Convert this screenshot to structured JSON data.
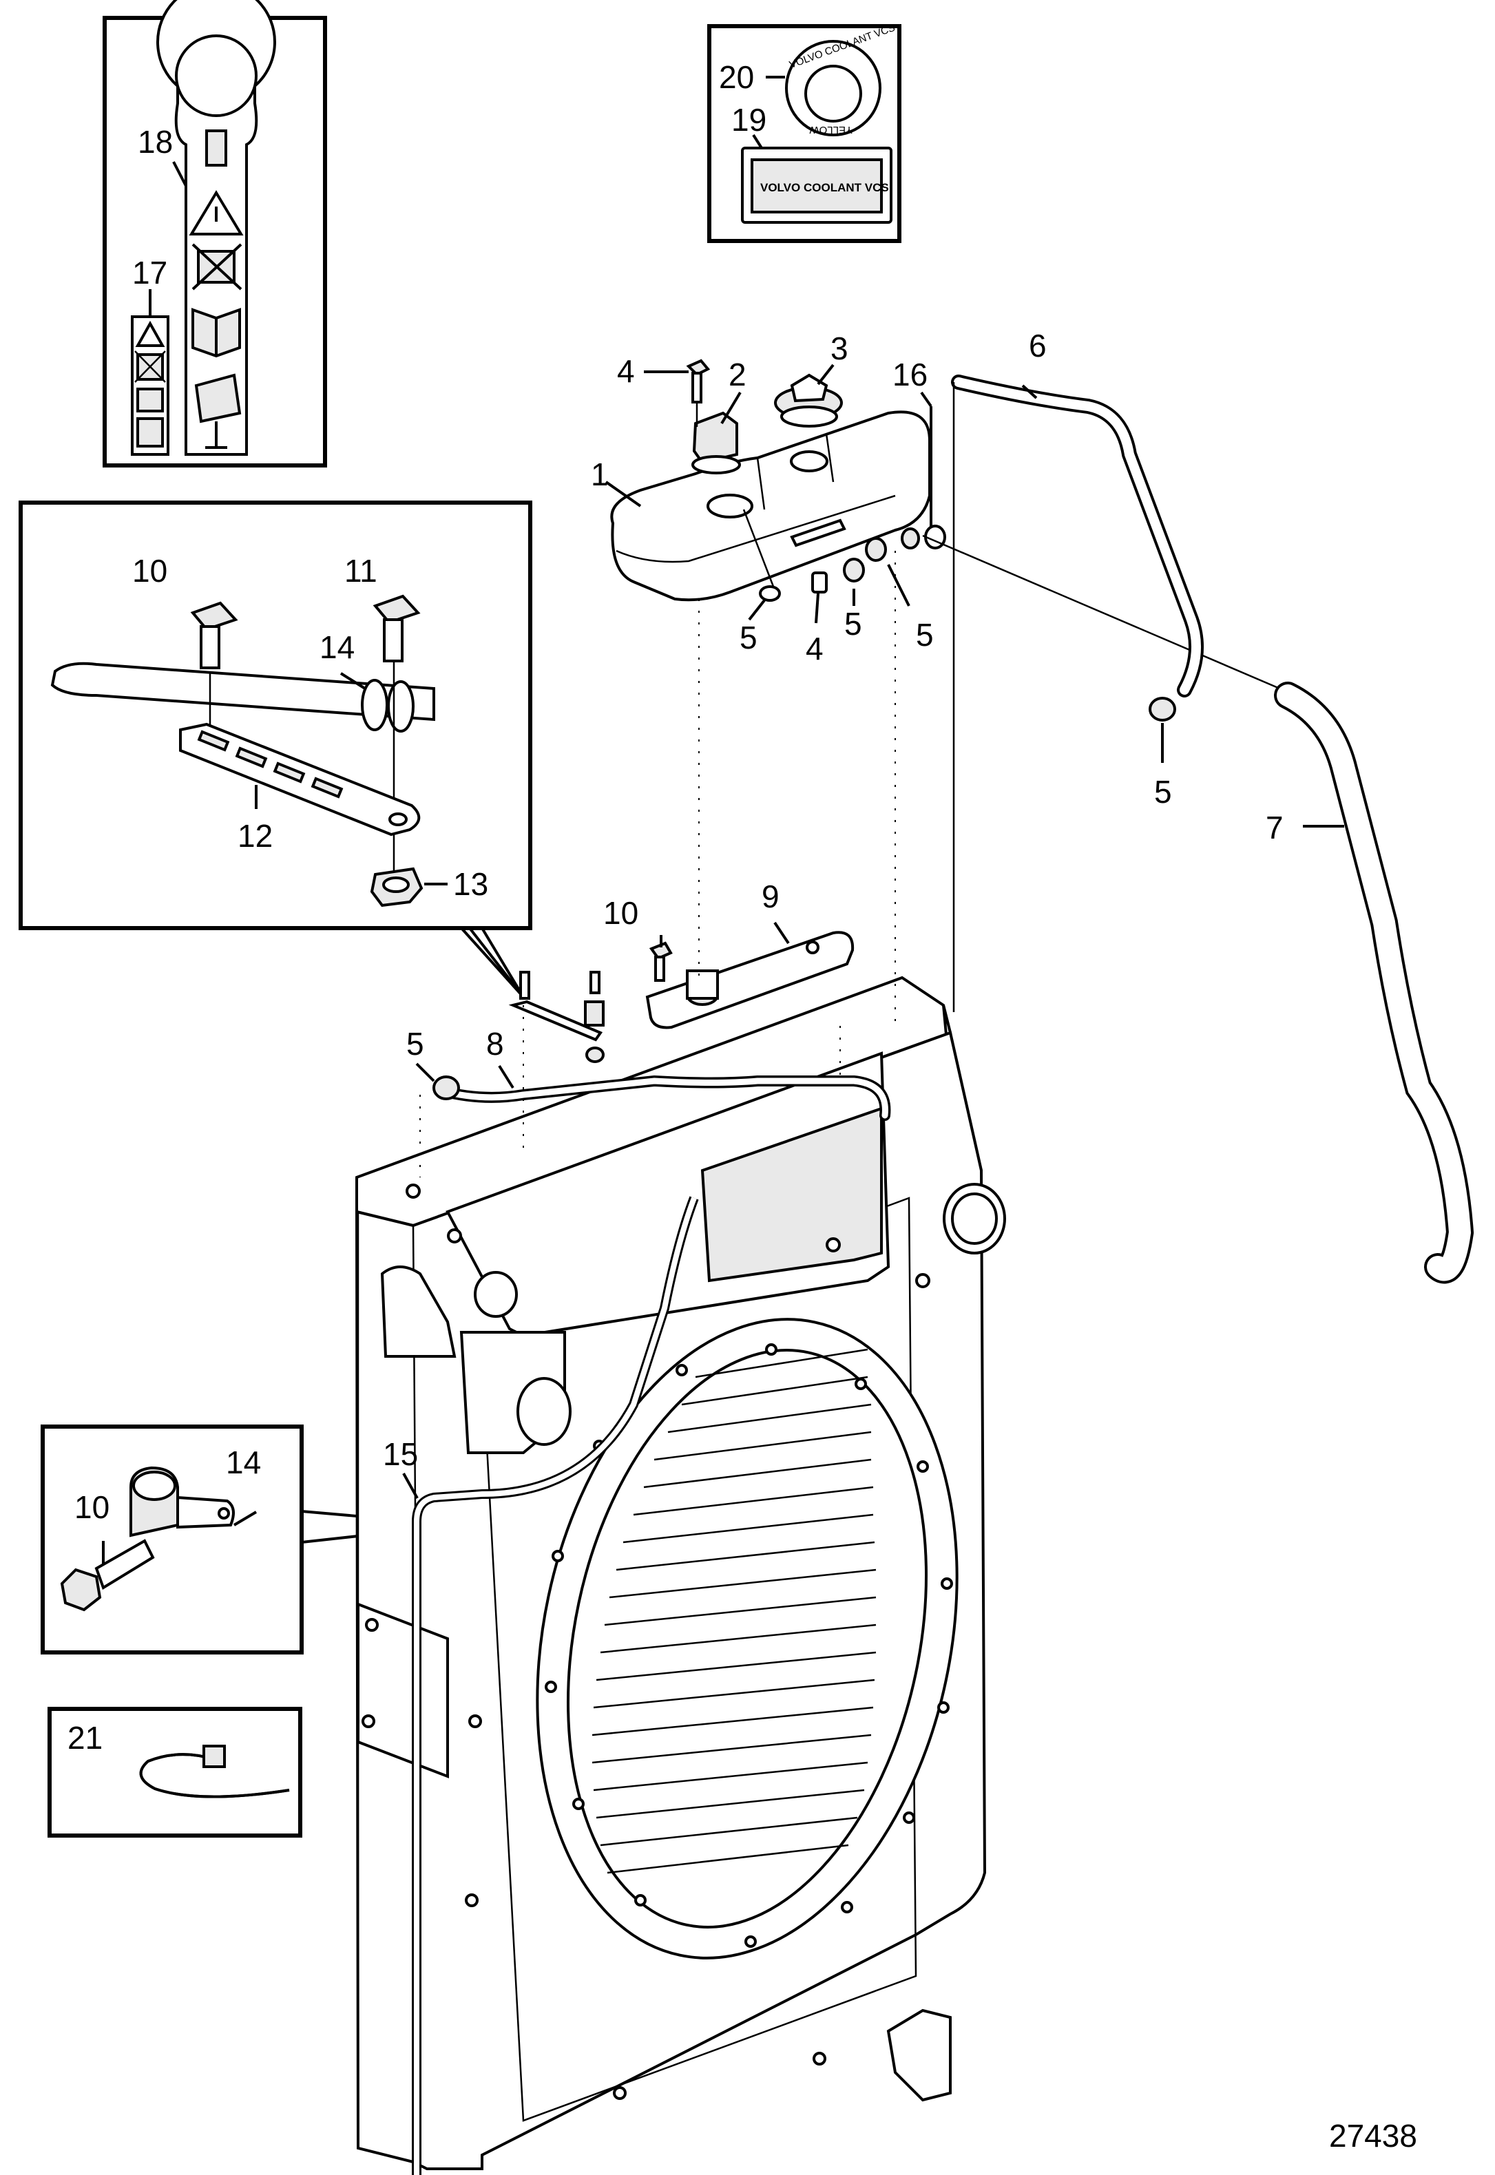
{
  "figure_number": "27438",
  "callouts": [
    "1",
    "2",
    "3",
    "4",
    "5",
    "6",
    "7",
    "8",
    "9",
    "10",
    "11",
    "12",
    "13",
    "14",
    "15",
    "16",
    "17",
    "18",
    "19",
    "20",
    "21"
  ],
  "decals": {
    "coolant_label": "VOLVO COOLANT VCS",
    "cap_ring_text": "VOLVO COOLANT VCS",
    "cap_color_text": "YELLOW"
  },
  "icons": [
    "warning-triangle-icon",
    "no-open-hot-icon",
    "read-manual-icon",
    "protective-gloves-icon"
  ]
}
